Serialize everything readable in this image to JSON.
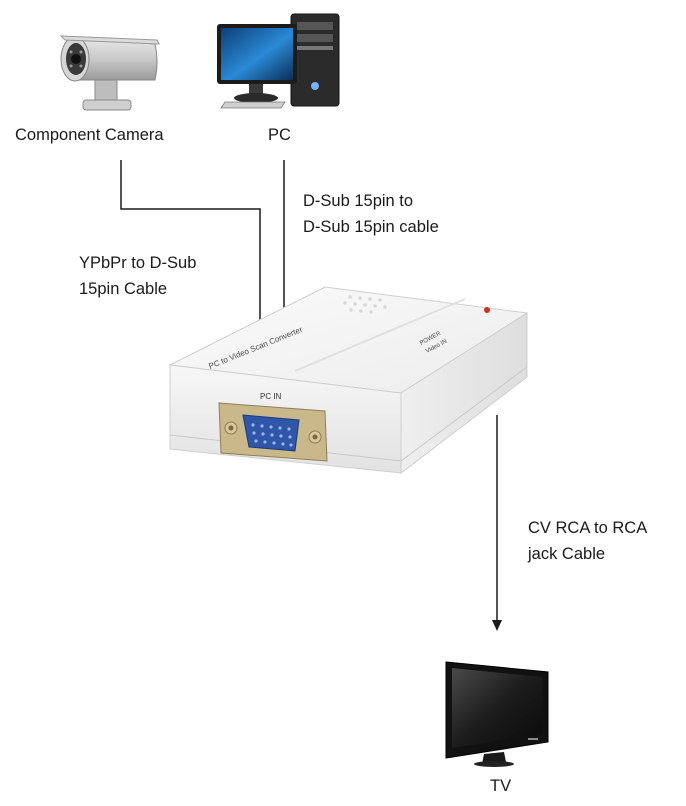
{
  "devices": {
    "camera": {
      "label": "Component Camera",
      "icon": "security-camera-icon"
    },
    "pc": {
      "label": "PC",
      "icon": "desktop-computer-icon"
    },
    "tv": {
      "label": "TV",
      "icon": "flat-screen-tv-icon"
    },
    "converter": {
      "icon": "converter-box-icon",
      "port_label": "PC IN",
      "top_text": "PC to Video Scan Converter",
      "side_text_1": "POWER",
      "side_text_2": "Video IN"
    }
  },
  "cables": {
    "camera_cable": [
      "YPbPr to D-Sub",
      "15pin Cable"
    ],
    "pc_cable": [
      "D-Sub 15pin to",
      "D-Sub 15pin cable"
    ],
    "tv_cable": [
      "CV RCA to RCA",
      "jack Cable"
    ]
  },
  "colors": {
    "line": "#1a1a1a",
    "device_body": "#f2f2f2",
    "screen": "#1f6fb0",
    "vga_port": "#2f56a8"
  }
}
